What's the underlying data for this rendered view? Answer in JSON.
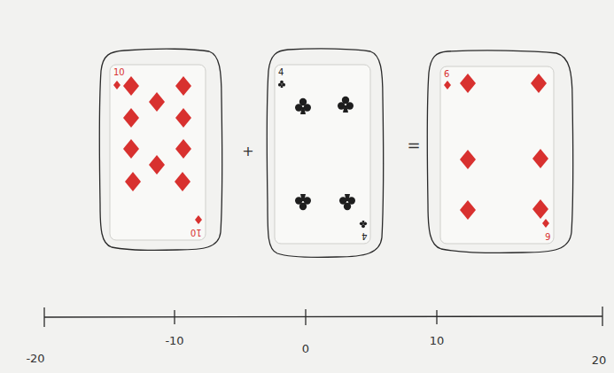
{
  "diagram": {
    "nodes": [
      {
        "text": [
          "10",
          "10"
        ]
      },
      {
        "text": [
          "4",
          "4"
        ]
      },
      {
        "text": [
          "6",
          "6"
        ]
      }
    ],
    "labels": [
      "+",
      "=",
      "-20",
      "-10",
      "0",
      "10",
      "20"
    ]
  }
}
